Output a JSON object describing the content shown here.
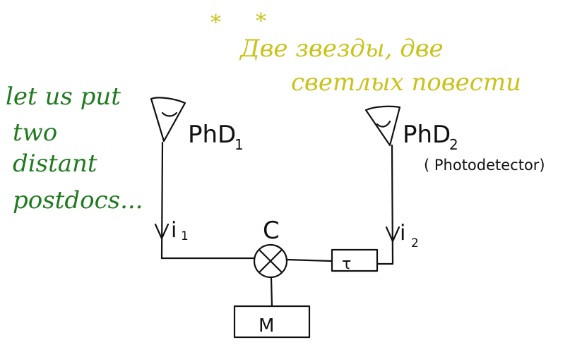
{
  "notes": {
    "left_lines": [
      "let us put",
      "two",
      "distant",
      "postdocs..."
    ],
    "top_right_line1": "Две звезды, две",
    "top_right_line2": "светлых повести",
    "stars": [
      "*",
      "*"
    ]
  },
  "detectors": {
    "left_label_main": "PhD",
    "left_label_sub": "1",
    "right_label_main": "PhD",
    "right_label_sub": "2",
    "right_caption": "( Photodetector)"
  },
  "currents": {
    "left_main": "i",
    "left_sub": "1",
    "right_main": "i",
    "right_sub": "2"
  },
  "nodes": {
    "correlator_label": "C",
    "delay_label": "τ",
    "meter_label": "M"
  },
  "colors": {
    "ink": "#111111",
    "green_notes": "#1f7a1f",
    "yellow_notes": "#c9c21a"
  }
}
